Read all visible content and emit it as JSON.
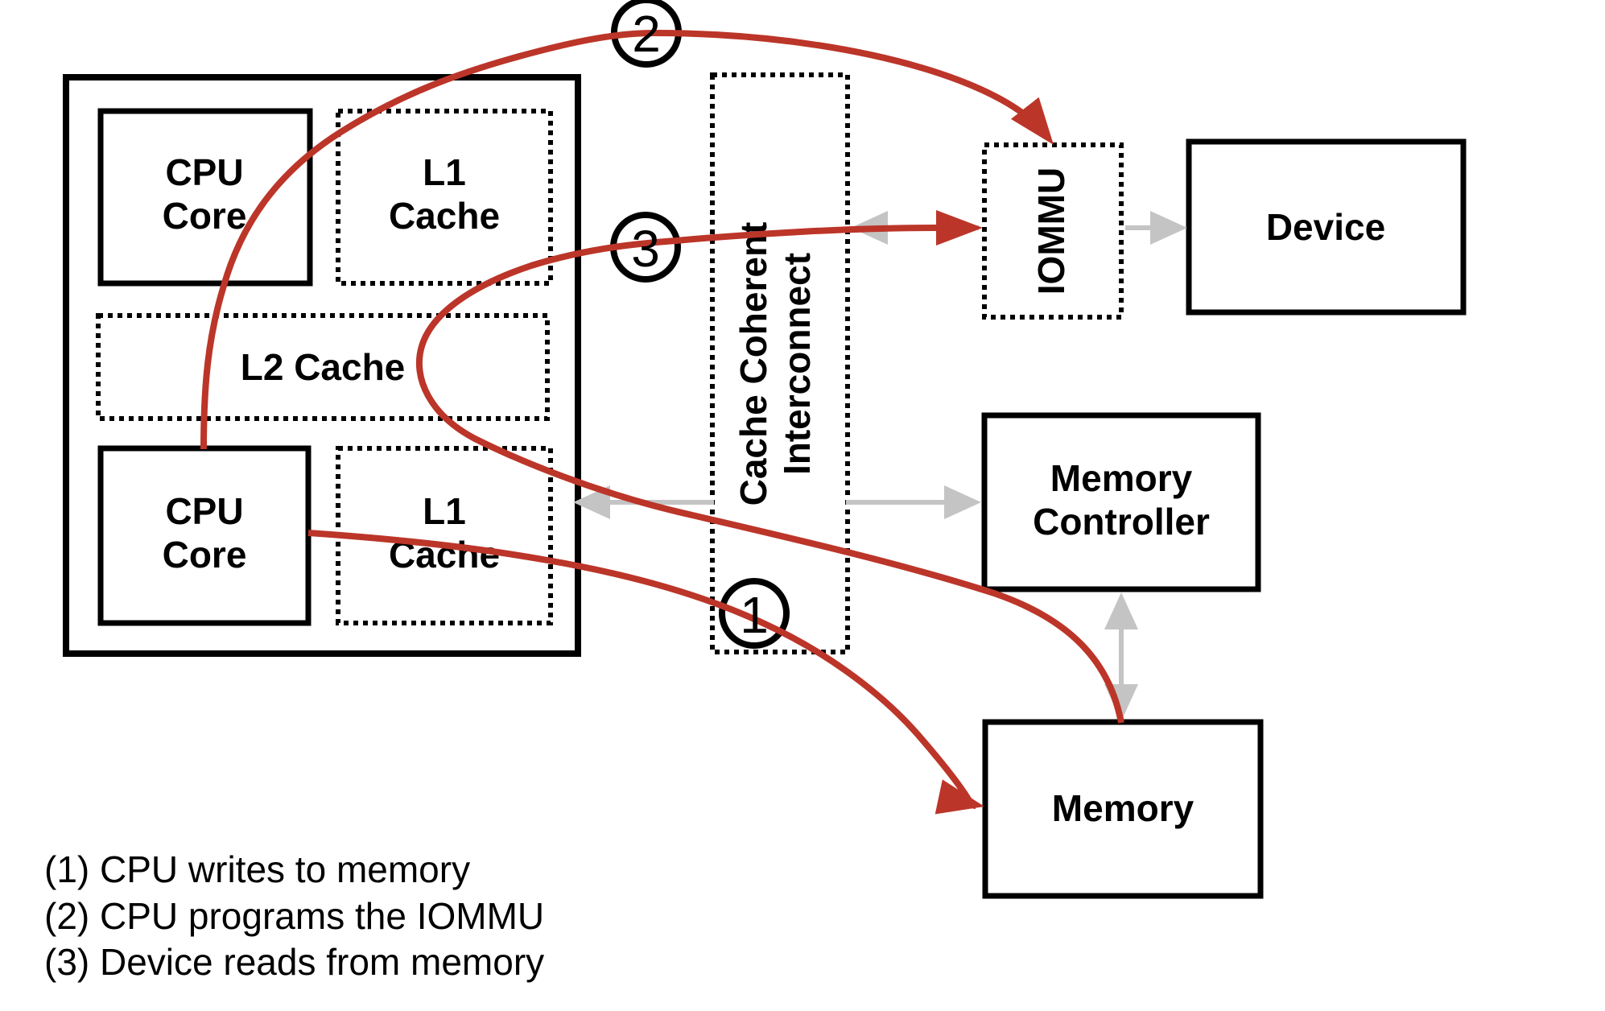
{
  "colors": {
    "red": "#bc3529",
    "gray": "#c4c4c4",
    "ink": "#000000"
  },
  "cpu_package": {
    "core_top": {
      "line1": "CPU",
      "line2": "Core"
    },
    "l1_top": {
      "line1": "L1",
      "line2": "Cache"
    },
    "l2": {
      "label": "L2 Cache"
    },
    "core_bottom": {
      "line1": "CPU",
      "line2": "Core"
    },
    "l1_bottom": {
      "line1": "L1",
      "line2": "Cache"
    }
  },
  "interconnect": {
    "line1": "Cache Coherent",
    "line2": "Interconnect"
  },
  "iommu": {
    "label": "IOMMU"
  },
  "device": {
    "label": "Device"
  },
  "memory_controller": {
    "line1": "Memory",
    "line2": "Controller"
  },
  "memory": {
    "label": "Memory"
  },
  "markers": {
    "m1": "1",
    "m2": "2",
    "m3": "3"
  },
  "legend": {
    "items": [
      "(1) CPU writes to memory",
      "(2) CPU programs the IOMMU",
      "(3) Device reads from memory"
    ]
  }
}
